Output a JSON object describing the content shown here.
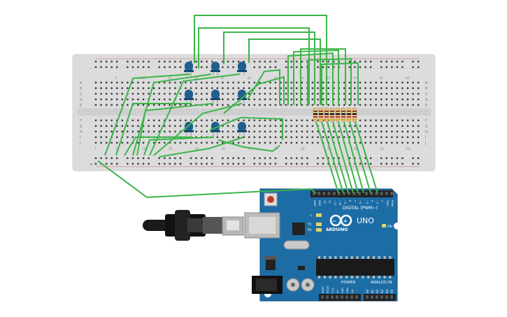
{
  "breadboard": {
    "col_labels_top": [
      "5",
      "10",
      "15",
      "20",
      "25",
      "30",
      "35",
      "40",
      "45",
      "50",
      "55",
      "60"
    ],
    "col_labels_bottom": [
      "1",
      "5",
      "10",
      "15",
      "20",
      "25",
      "30",
      "35",
      "40",
      "45",
      "50",
      "55",
      "60"
    ],
    "row_labels_top": [
      "A",
      "B",
      "C",
      "D",
      "E"
    ],
    "row_labels_bottom": [
      "F",
      "G",
      "H",
      "I",
      "J"
    ],
    "rail_minus": "-",
    "rail_plus": "+"
  },
  "leds": {
    "count": 9,
    "color": "#1f5f8f"
  },
  "resistors": {
    "count": 8
  },
  "wires": {
    "color": "#3cb54a"
  },
  "arduino": {
    "board_color": "#1c6da6",
    "model": "UNO",
    "brand": "ARDUINO",
    "digital_header_label": "DIGITAL (PWM~)",
    "power_label": "POWER",
    "analog_label": "ANALOG IN",
    "on_label": "ON",
    "led_labels": [
      "L",
      "TX",
      "RX"
    ],
    "digital_pins": [
      "AREF",
      "GND",
      "13",
      "12",
      "~11",
      "~10",
      "~9",
      "8",
      "7",
      "~6",
      "~5",
      "4",
      "~3",
      "2",
      "TX▸1",
      "RX◂0"
    ],
    "power_pins": [
      "IOREF",
      "RESET",
      "3.3V",
      "5V",
      "GND",
      "GND",
      "Vin"
    ],
    "analog_pins": [
      "A0",
      "A1",
      "A2",
      "A3",
      "A4",
      "A5"
    ]
  }
}
